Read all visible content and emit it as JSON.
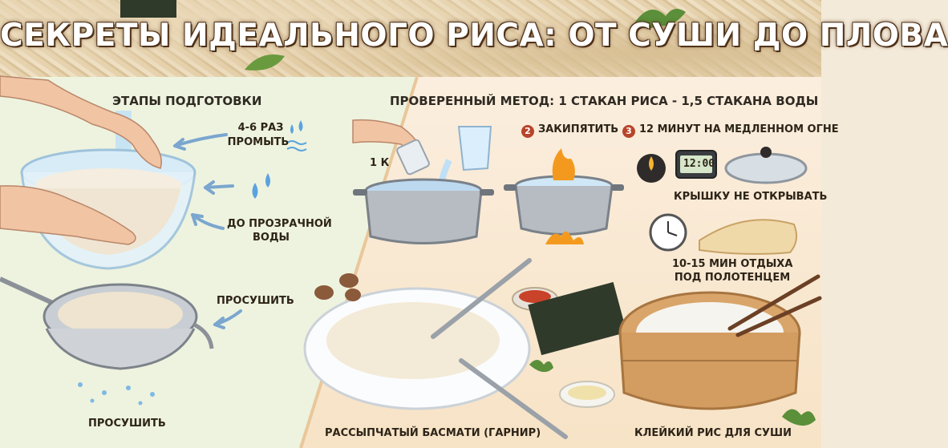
{
  "title": "СЕКРЕТЫ ИДЕАЛЬНОГО РИСА: ОТ СУШИ ДО ПЛОВА",
  "left": {
    "heading": "ЭТАПЫ ПОДГОТОВКИ",
    "wash_times": "4-6 РАЗ",
    "wash_word": "ПРОМЫТЬ",
    "clear_line1": "ДО ПРОЗРАЧНОЙ",
    "clear_line2": "ВОДЫ",
    "dry_top": "ПРОСУШИТЬ",
    "dry_bottom": "ПРОСУШИТЬ"
  },
  "right": {
    "heading": "ПРОВЕРЕННЫЙ МЕТОД: 1 СТАКАН РИСА - 1,5 СТАКАНА ВОДЫ",
    "cup_label": "1 К",
    "step2_num": "2",
    "step2_label": "ЗАКИПЯТИТЬ",
    "step3_num": "3",
    "step3_label": "12 МИНУТ НА МЕДЛЕННОМ ОГНЕ",
    "timer_display": "12:00",
    "lid_label": "КРЫШКУ НЕ ОТКРЫВАТЬ",
    "rest_line1": "10-15 МИН ОТДЫХА",
    "rest_line2": "ПОД ПОЛОТЕНЦЕМ",
    "basmati_label": "РАССЫПЧАТЫЙ БАСМАТИ (ГАРНИР)",
    "sushi_label": "КЛЕЙКИЙ РИС ДЛЯ СУШИ"
  },
  "colors": {
    "left_bg": "#eef3df",
    "right_bg": "#fbeede",
    "accent_red": "#b7452a",
    "arrow_blue": "#7aa6cf",
    "water_blue": "#5aa3df",
    "flame": "#f39a1e"
  }
}
